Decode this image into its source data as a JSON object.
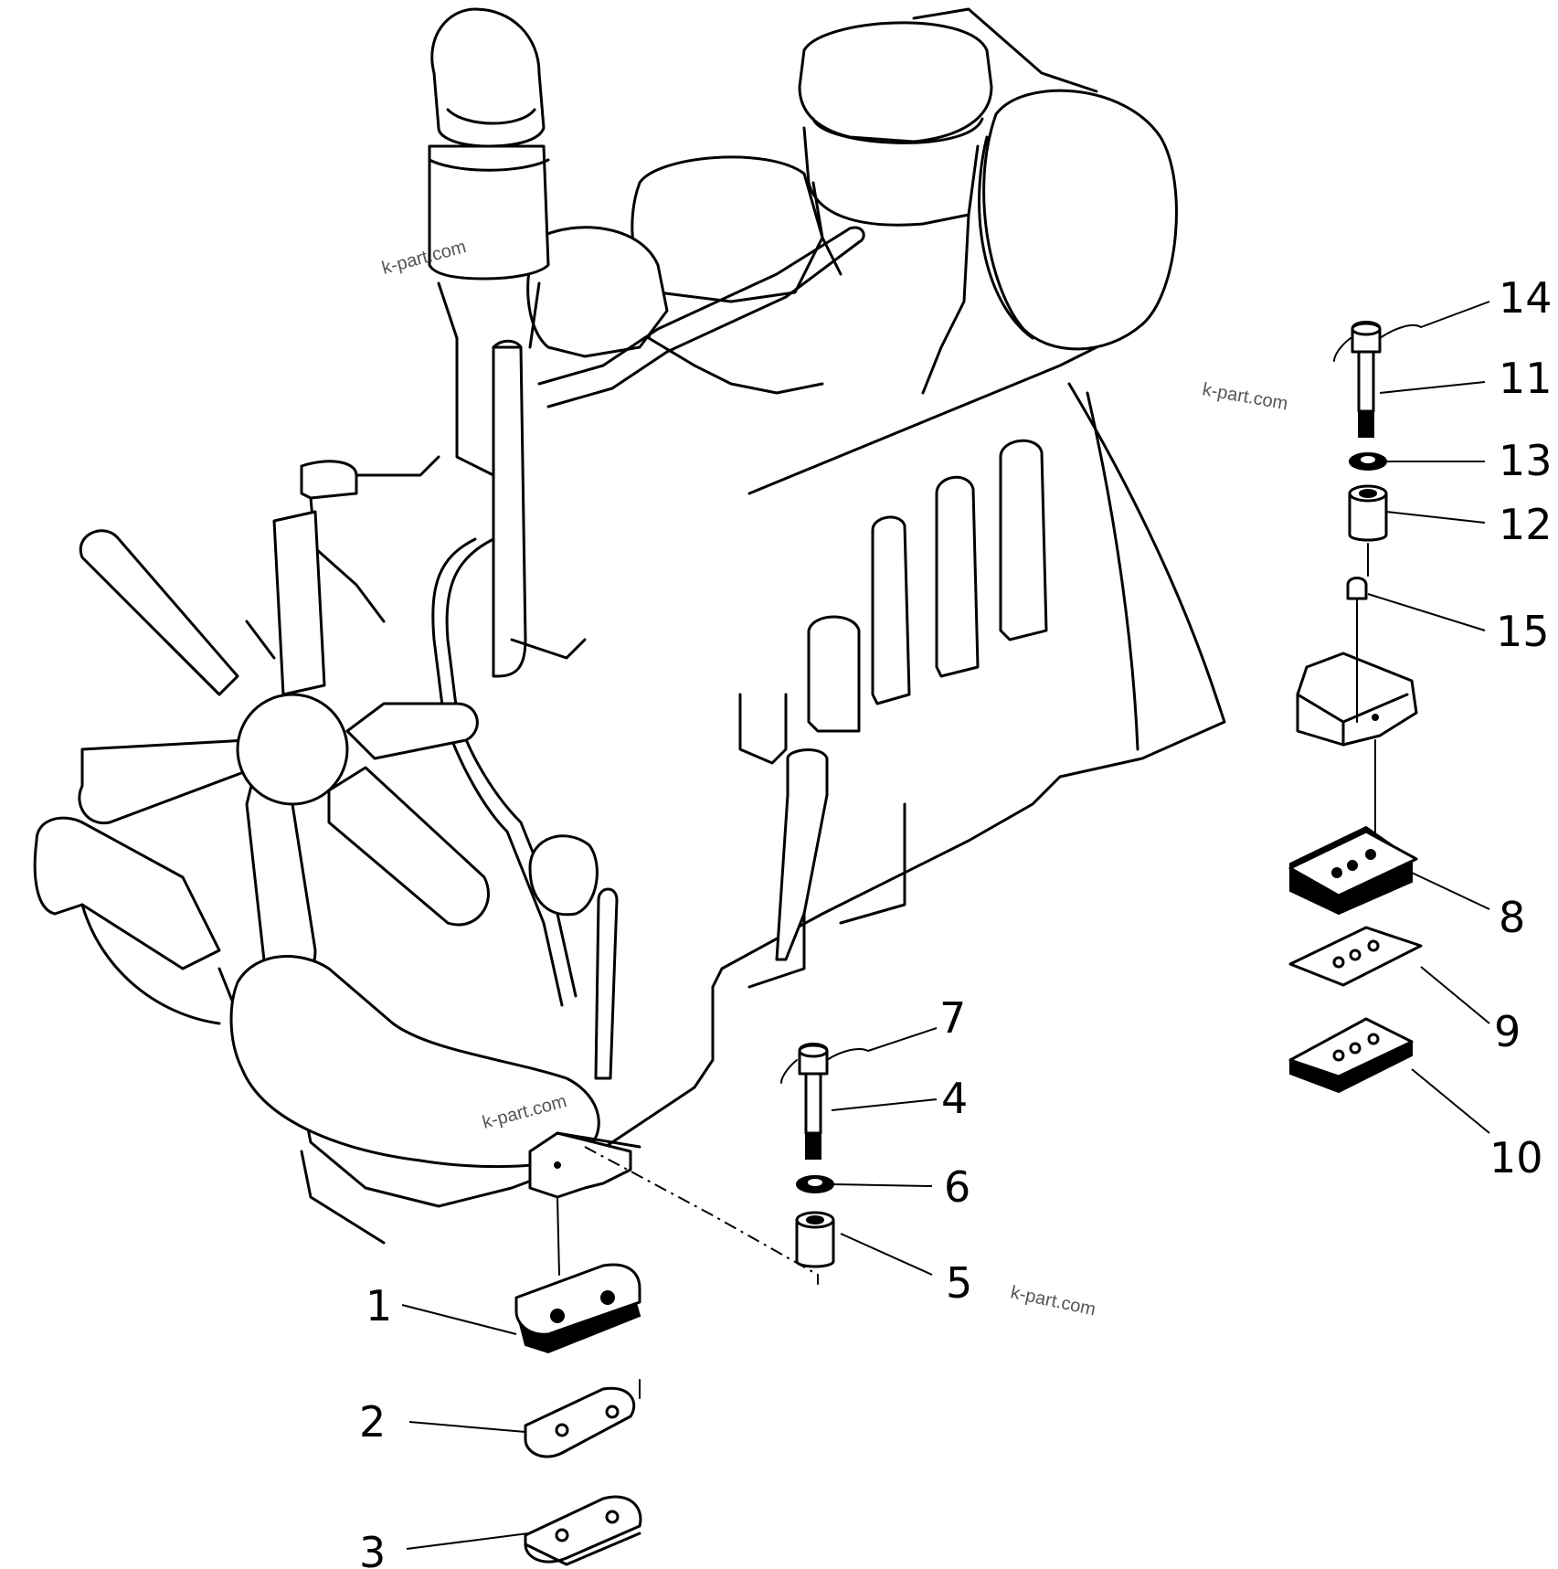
{
  "callouts": {
    "c1": "1",
    "c2": "2",
    "c3": "3",
    "c4": "4",
    "c5": "5",
    "c6": "6",
    "c7": "7",
    "c8": "8",
    "c9": "9",
    "c10": "10",
    "c11": "11",
    "c12": "12",
    "c13": "13",
    "c14": "14",
    "c15": "15"
  },
  "watermarks": {
    "w1": "k-part.com",
    "w2": "k-part.com",
    "w3": "k-part.com",
    "w4": "k-part.com"
  },
  "colors": {
    "line": "#000000",
    "background": "#ffffff"
  }
}
